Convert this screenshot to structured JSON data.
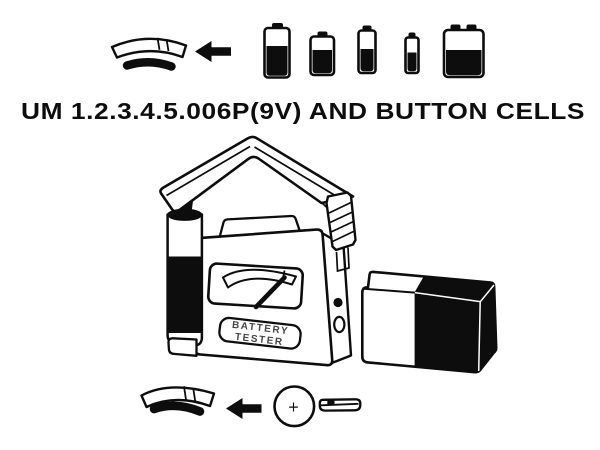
{
  "headline": "UM 1.2.3.4.5.006P(9V) AND BUTTON CELLS",
  "tester": {
    "label_line1": "BATTERY",
    "label_line2": "TESTER"
  },
  "button_cell": {
    "polarity_label": "+"
  },
  "colors": {
    "ink": "#0d0d0d",
    "paper": "#ffffff"
  },
  "icons": {
    "top_row": [
      "button-cell-holder-icon",
      "left-arrow-icon",
      "d-cell-icon",
      "c-cell-icon",
      "aa-cell-icon",
      "aaa-cell-icon",
      "nine-volt-cell-icon"
    ],
    "center": [
      "battery-tester-illustration",
      "test-battery",
      "meter-window",
      "meter-needle",
      "nine-volt-battery-3d"
    ],
    "bottom_row": [
      "button-cell-holder-icon",
      "left-arrow-icon",
      "button-cell-front-icon",
      "button-cell-side-icon"
    ]
  }
}
